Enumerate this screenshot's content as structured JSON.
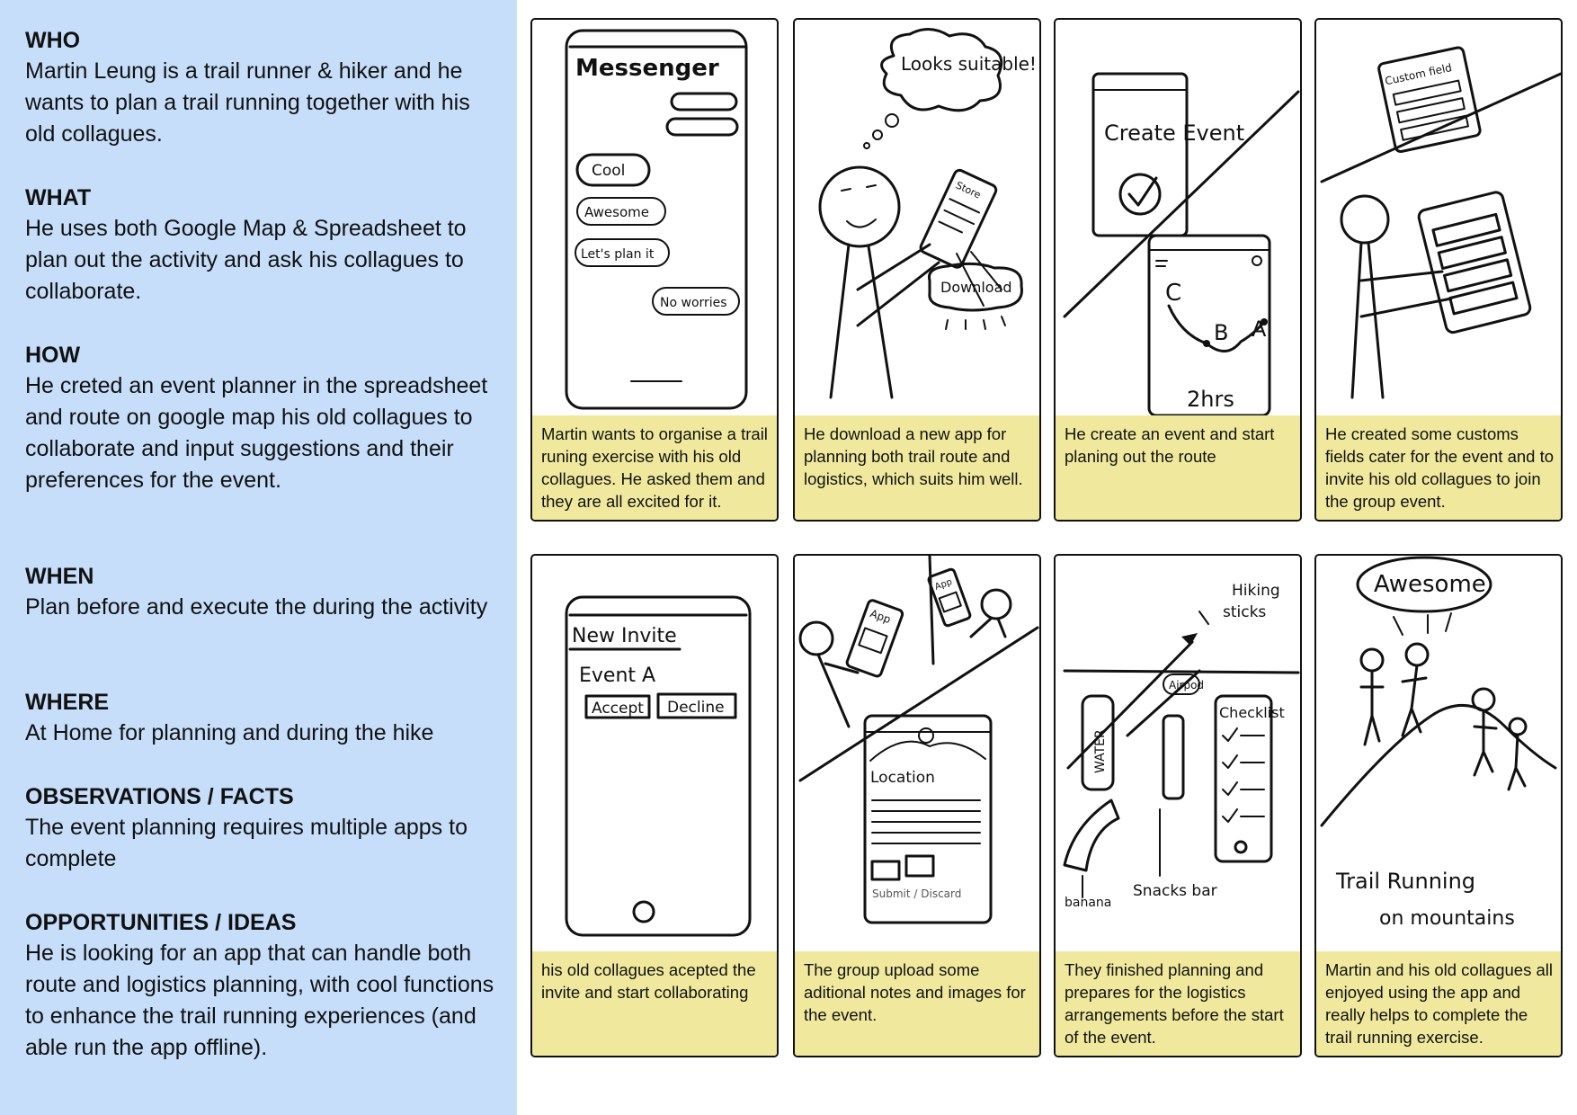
{
  "persona": {
    "who": {
      "heading": "WHO",
      "body": "Martin Leung is a trail runner & hiker and he wants to plan a trail running together with his old collagues."
    },
    "what": {
      "heading": "WHAT",
      "body": "He uses both Google Map & Spreadsheet to plan out the activity and ask his collagues to collaborate."
    },
    "how": {
      "heading": "HOW",
      "body": "He creted an event planner in the spreadsheet and route on google map his old collagues to collaborate and input suggestions and their preferences for the event."
    },
    "when": {
      "heading": "WHEN",
      "body": "Plan before and execute the during the activity"
    },
    "where": {
      "heading": "WHERE",
      "body": "At Home for planning and during the hike"
    },
    "observations": {
      "heading": "OBSERVATIONS / FACTS",
      "body": "The event planning requires multiple apps to complete"
    },
    "opportunities": {
      "heading": "OPPORTUNITIES / IDEAS",
      "body": "He is looking for an app that can handle both route and logistics planning, with cool functions to enhance the trail running experiences (and able run the app offline)."
    }
  },
  "colors": {
    "sidebar_bg": "#c6defa",
    "caption_bg": "#f0e99d",
    "ink": "#111111"
  },
  "storyboard": [
    {
      "caption": "Martin wants to organise a trail runing exercise with his old collagues. He asked them and they are all excited for it.",
      "sketch": {
        "title": "Messenger",
        "bubbles": [
          "Cool",
          "Awesome",
          "Let's plan it",
          "No worries"
        ]
      }
    },
    {
      "caption": "He download a new app for planning both trail route and logistics, which suits him well.",
      "sketch": {
        "thought": "Looks suitable!",
        "store": "Store",
        "button": "Download"
      }
    },
    {
      "caption": "He create an event and start planing out the route",
      "sketch": {
        "card": "Create Event",
        "route_points": [
          "C",
          "B",
          "A"
        ],
        "duration": "2hrs"
      }
    },
    {
      "caption": "He created some customs fields cater for the event and to invite his old collagues to join the group event.",
      "sketch": {
        "form": "Custom field"
      }
    },
    {
      "caption": "his old collagues acepted the invite and start collaborating",
      "sketch": {
        "title": "New Invite",
        "event": "Event A",
        "accept": "Accept",
        "decline": "Decline"
      }
    },
    {
      "caption": "The group upload some aditional notes and images for the event.",
      "sketch": {
        "phone1": "App",
        "phone2": "App",
        "field": "Location",
        "actions": "Submit / Discard"
      }
    },
    {
      "caption": "They finished planning and prepares for the logistics arrangements before the start of the event.",
      "sketch": {
        "sticks": "Hiking sticks",
        "bottle": "WATER",
        "airpod": "Airpod",
        "list": "Checklist",
        "banana": "banana",
        "snacks": "Snacks bar"
      }
    },
    {
      "caption": "Martin and his old collagues all enjoyed using the app and really helps to complete the trail running exercise.",
      "sketch": {
        "shout": "Awesome",
        "footer_1": "Trail Running",
        "footer_2": "on mountains"
      }
    }
  ]
}
